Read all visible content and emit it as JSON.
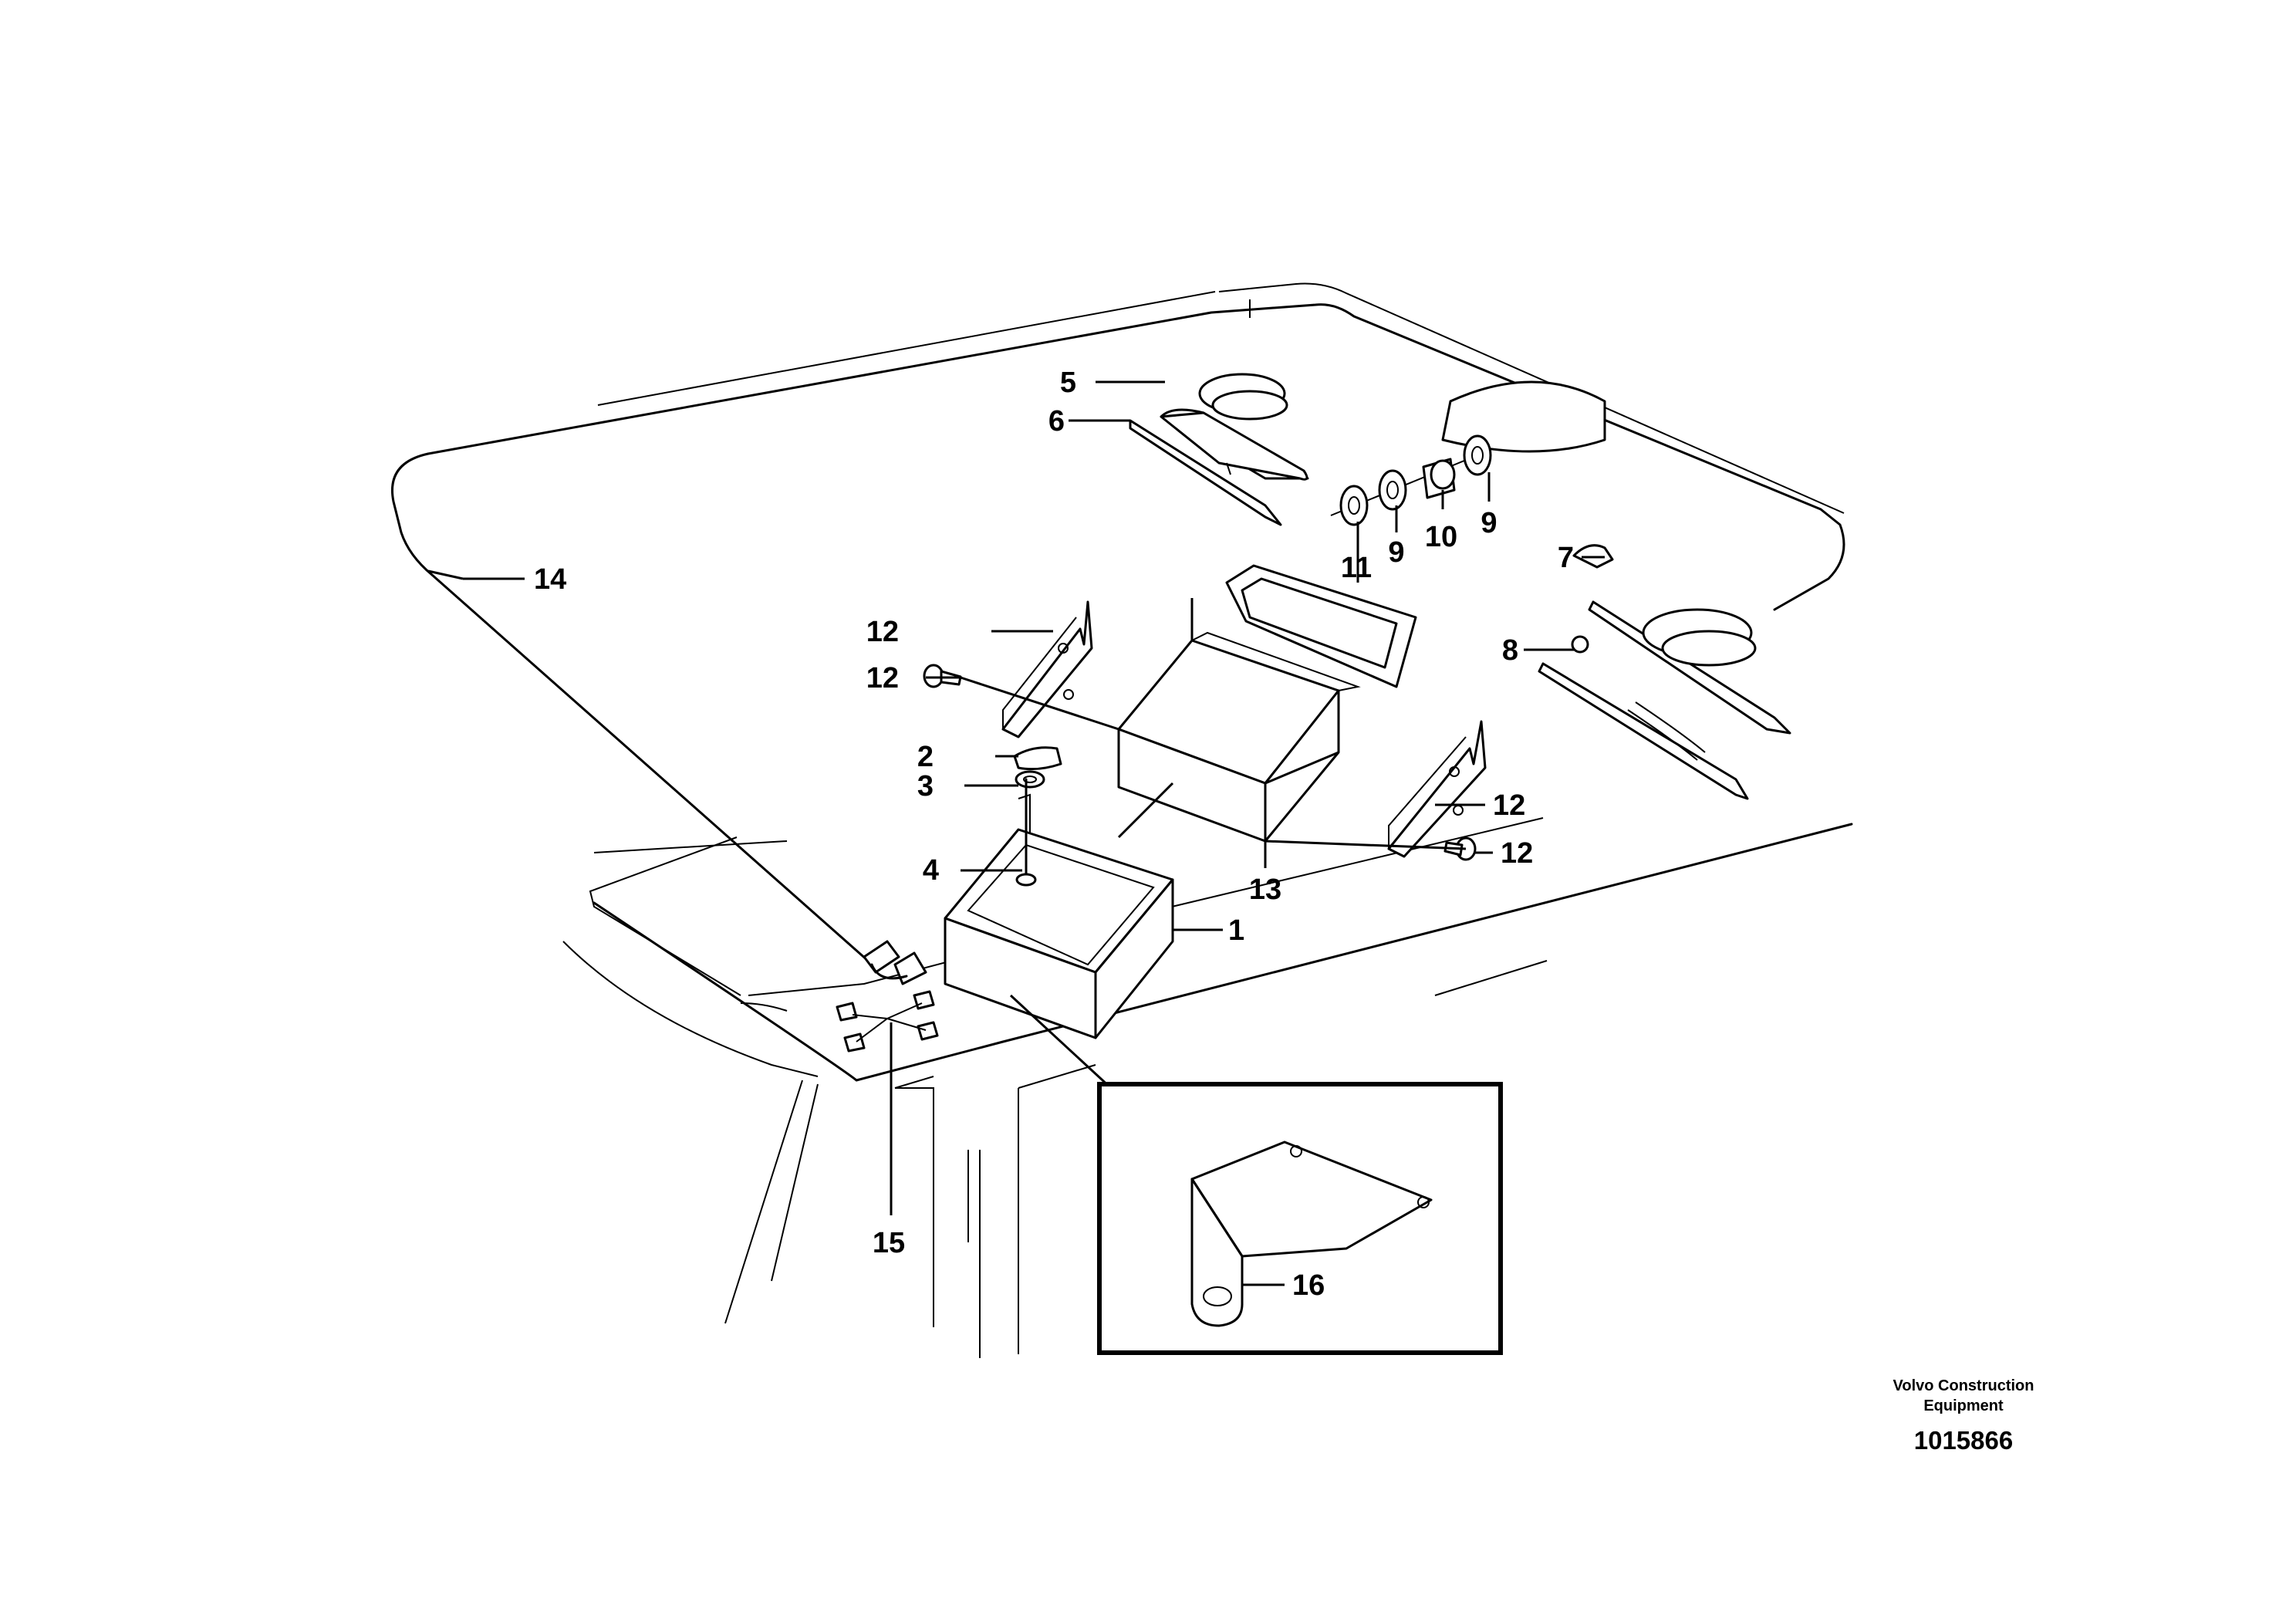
{
  "callouts": {
    "c1": "1",
    "c2": "2",
    "c3": "3",
    "c4": "4",
    "c5": "5",
    "c6": "6",
    "c7": "7",
    "c8": "8",
    "c9a": "9",
    "c9b": "9",
    "c10": "10",
    "c11": "11",
    "c12a": "12",
    "c12b": "12",
    "c12c": "12",
    "c12d": "12",
    "c13": "13",
    "c14": "14",
    "c15": "15",
    "c16": "16"
  },
  "footer": {
    "brand_line1": "Volvo Construction",
    "brand_line2": "Equipment",
    "doc_number": "1015866"
  }
}
